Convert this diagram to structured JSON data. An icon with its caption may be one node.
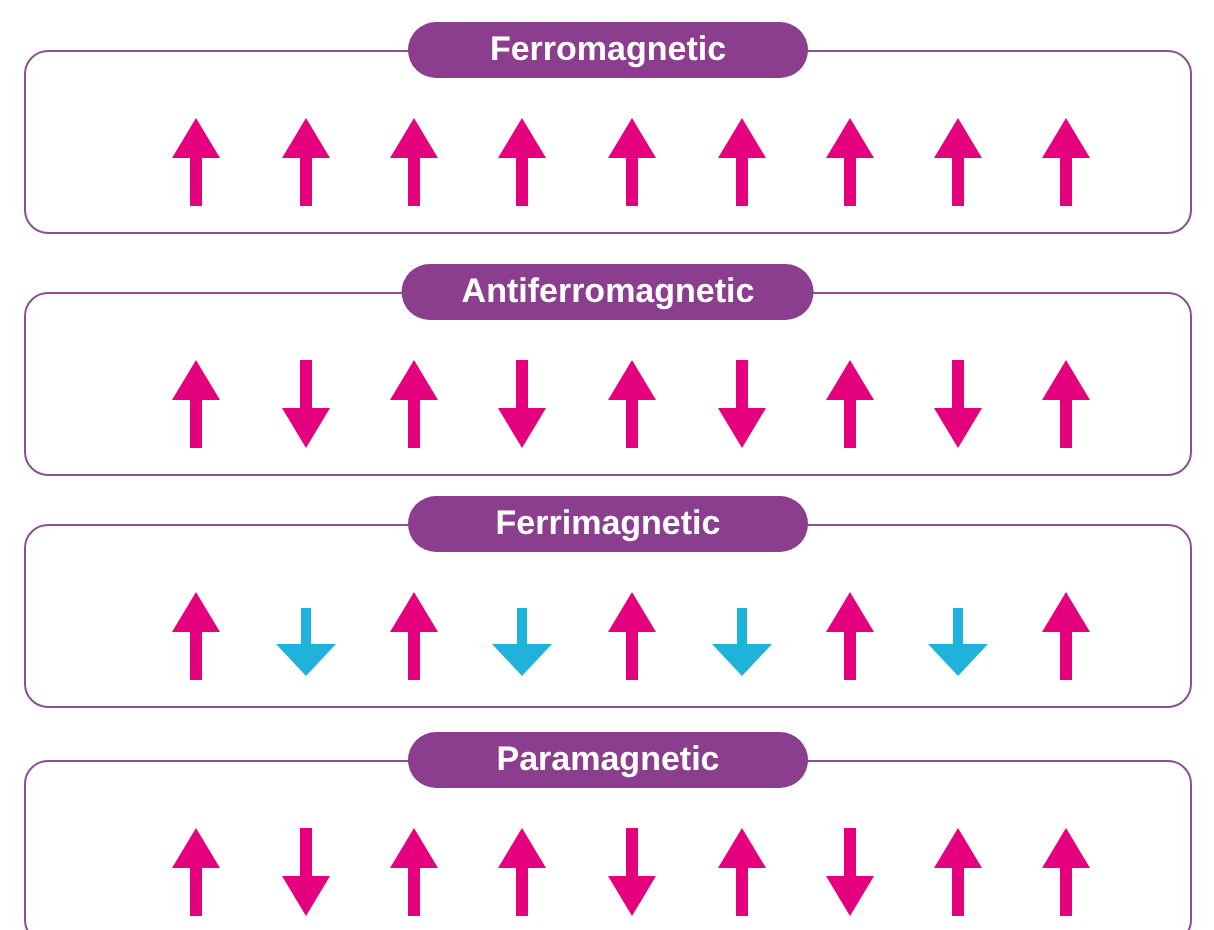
{
  "diagram": {
    "nodes": [
      {
        "text": [
          "Ferromagnetic"
        ]
      },
      {
        "text": [
          "Antiferromagnetic"
        ]
      },
      {
        "text": [
          "Ferrimagnetic"
        ]
      },
      {
        "text": [
          "Paramagnetic"
        ]
      }
    ]
  }
}
